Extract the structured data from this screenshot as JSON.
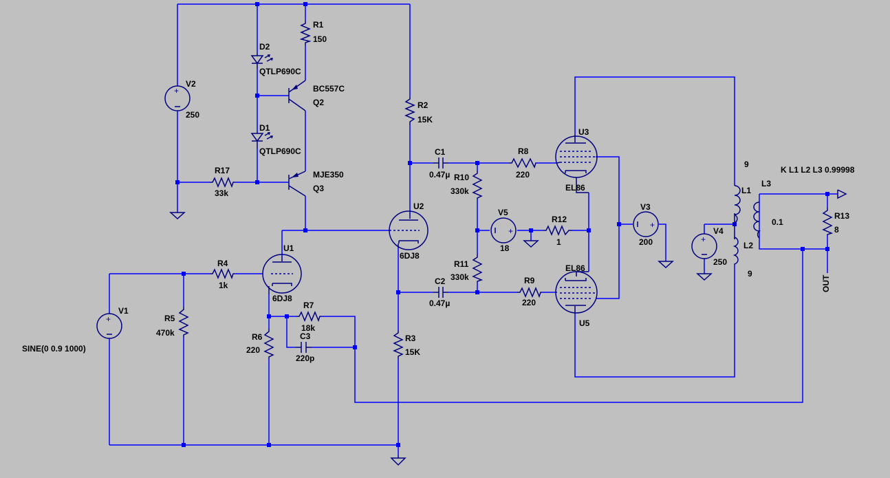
{
  "page": {
    "background": "#c0c0c0",
    "wire_color": "#0000ff",
    "component_color": "#000080",
    "junction_color": "#0000ff"
  },
  "components": {
    "r1": {
      "name": "R1",
      "value": "150"
    },
    "r2": {
      "name": "R2",
      "value": "15K"
    },
    "r3": {
      "name": "R3",
      "value": "15K"
    },
    "r4": {
      "name": "R4",
      "value": "1k"
    },
    "r5": {
      "name": "R5",
      "value": "470k"
    },
    "r6": {
      "name": "R6",
      "value": "220"
    },
    "r7": {
      "name": "R7",
      "value": "18k"
    },
    "r8": {
      "name": "R8",
      "value": "220"
    },
    "r9": {
      "name": "R9",
      "value": "220"
    },
    "r10": {
      "name": "R10",
      "value": "330k"
    },
    "r11": {
      "name": "R11",
      "value": "330k"
    },
    "r12": {
      "name": "R12",
      "value": "1"
    },
    "r13": {
      "name": "R13",
      "value": "8"
    },
    "r17": {
      "name": "R17",
      "value": "33k"
    },
    "c1": {
      "name": "C1",
      "value": "0.47µ"
    },
    "c2": {
      "name": "C2",
      "value": "0.47µ"
    },
    "c3": {
      "name": "C3",
      "value": "220p"
    },
    "d1": {
      "name": "D1",
      "value": "QTLP690C"
    },
    "d2": {
      "name": "D2",
      "value": "QTLP690C"
    },
    "q2": {
      "name": "Q2",
      "value": "BC557C"
    },
    "q3": {
      "name": "Q3",
      "value": "MJE350"
    },
    "v1": {
      "name": "V1",
      "value": "SINE(0 0.9 1000)"
    },
    "v2": {
      "name": "V2",
      "value": "250"
    },
    "v3": {
      "name": "V3",
      "value": "200"
    },
    "v4": {
      "name": "V4",
      "value": "250"
    },
    "v5": {
      "name": "V5",
      "value": "18"
    },
    "u1": {
      "name": "U1",
      "value": "6DJ8"
    },
    "u2": {
      "name": "U2",
      "value": "6DJ8"
    },
    "u3": {
      "name": "U3",
      "value": "EL86"
    },
    "u5": {
      "name": "U5",
      "value": "EL86"
    },
    "l1": {
      "name": "L1",
      "value": "9"
    },
    "l2": {
      "name": "L2",
      "value": "9"
    },
    "l3": {
      "name": "L3",
      "value": "0.1"
    }
  },
  "directives": {
    "coupling": "K L1 L2 L3 0.99998"
  },
  "net_labels": {
    "out": "OUT"
  },
  "icons": {
    "ground": "ground-icon",
    "port": "net-port-icon",
    "led": "led-icon",
    "pnp": "pnp-transistor-icon",
    "tube": "vacuum-tube-icon"
  }
}
